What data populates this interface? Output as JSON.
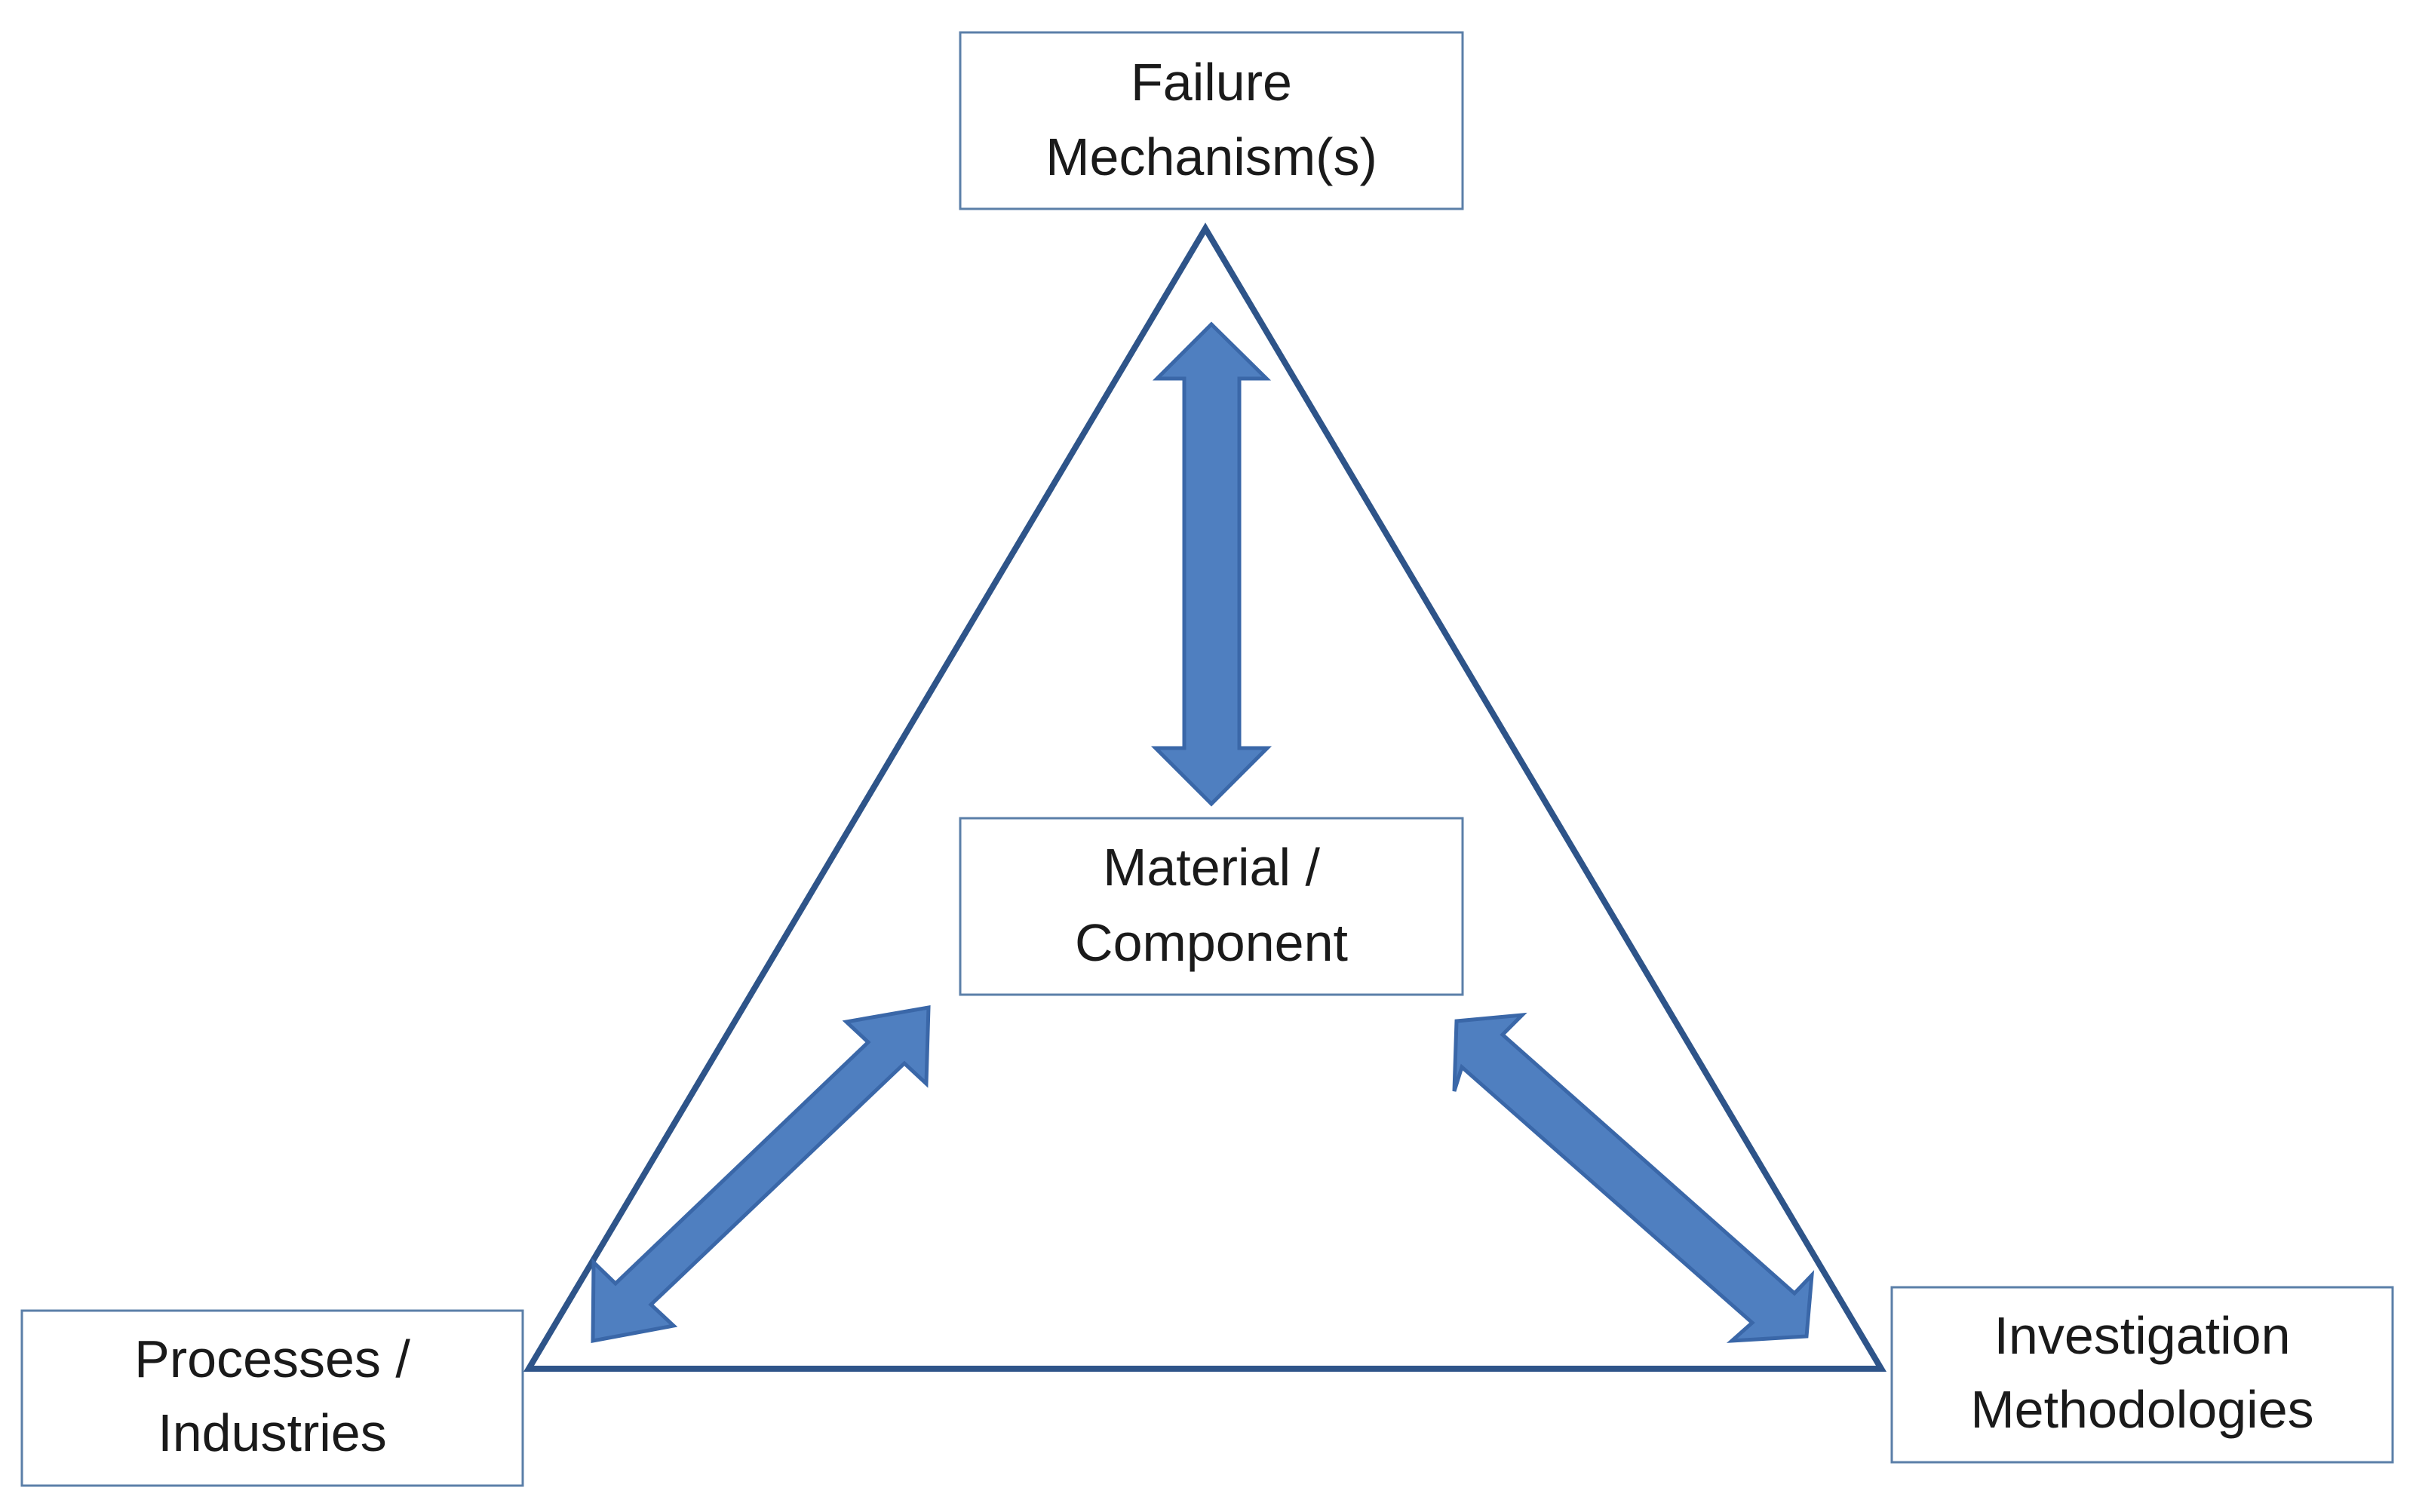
{
  "diagram": {
    "nodes": {
      "top": {
        "line1": "Failure",
        "line2": "Mechanism(s)"
      },
      "center": {
        "line1": "Material /",
        "line2": "Component"
      },
      "left": {
        "line1": "Processes /",
        "line2": "Industries"
      },
      "right": {
        "line1": "Investigation",
        "line2": "Methodologies"
      }
    },
    "colors": {
      "box_border": "#5b7fa8",
      "triangle": "#2e5489",
      "arrow_fill": "#4f7fc0",
      "arrow_stroke": "#3a67a8",
      "text": "#1a1a1a",
      "background": "#ffffff"
    }
  }
}
